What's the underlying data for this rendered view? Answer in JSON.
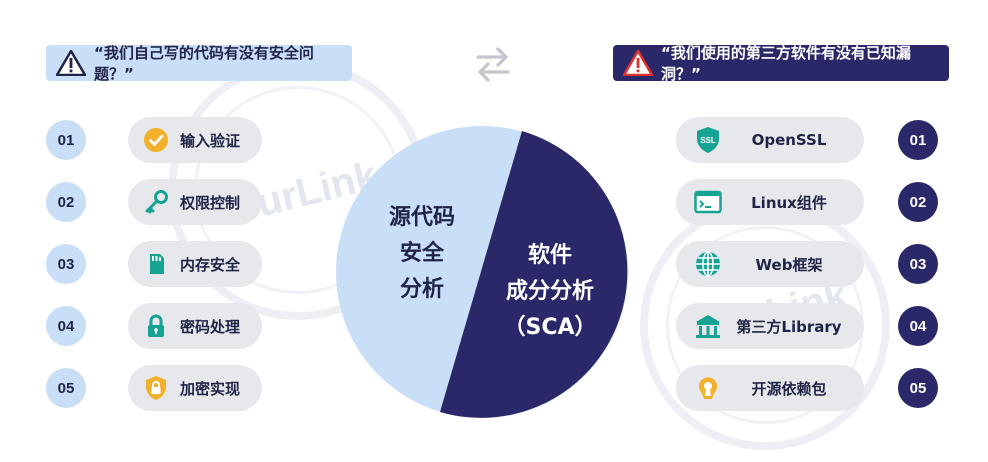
{
  "header": {
    "left_question": "“我们自己写的代码有没有安全问题？”",
    "right_question": "“我们使用的第三方软件有没有已知漏洞？”",
    "watermark": "TurLink"
  },
  "pie": {
    "left_lines": [
      "源代码",
      "安全",
      "分析"
    ],
    "right_lines": [
      "软件",
      "成分分析",
      "（SCA）"
    ],
    "colors": {
      "left": "#c9def7",
      "right": "#2a2868"
    }
  },
  "left_items": [
    {
      "num": "01",
      "label": "输入验证",
      "icon": "check-badge-icon"
    },
    {
      "num": "02",
      "label": "权限控制",
      "icon": "key-icon"
    },
    {
      "num": "03",
      "label": "内存安全",
      "icon": "memory-card-icon"
    },
    {
      "num": "04",
      "label": "密码处理",
      "icon": "lock-icon"
    },
    {
      "num": "05",
      "label": "加密实现",
      "icon": "shield-lock-icon"
    }
  ],
  "right_items": [
    {
      "num": "01",
      "label": "OpenSSL",
      "icon": "ssl-shield-icon",
      "icon_text": "SSL"
    },
    {
      "num": "02",
      "label": "Linux组件",
      "icon": "terminal-icon"
    },
    {
      "num": "03",
      "label": "Web框架",
      "icon": "globe-icon"
    },
    {
      "num": "04",
      "label": "第三方Library",
      "icon": "library-icon"
    },
    {
      "num": "05",
      "label": "开源依赖包",
      "icon": "open-source-icon"
    }
  ]
}
